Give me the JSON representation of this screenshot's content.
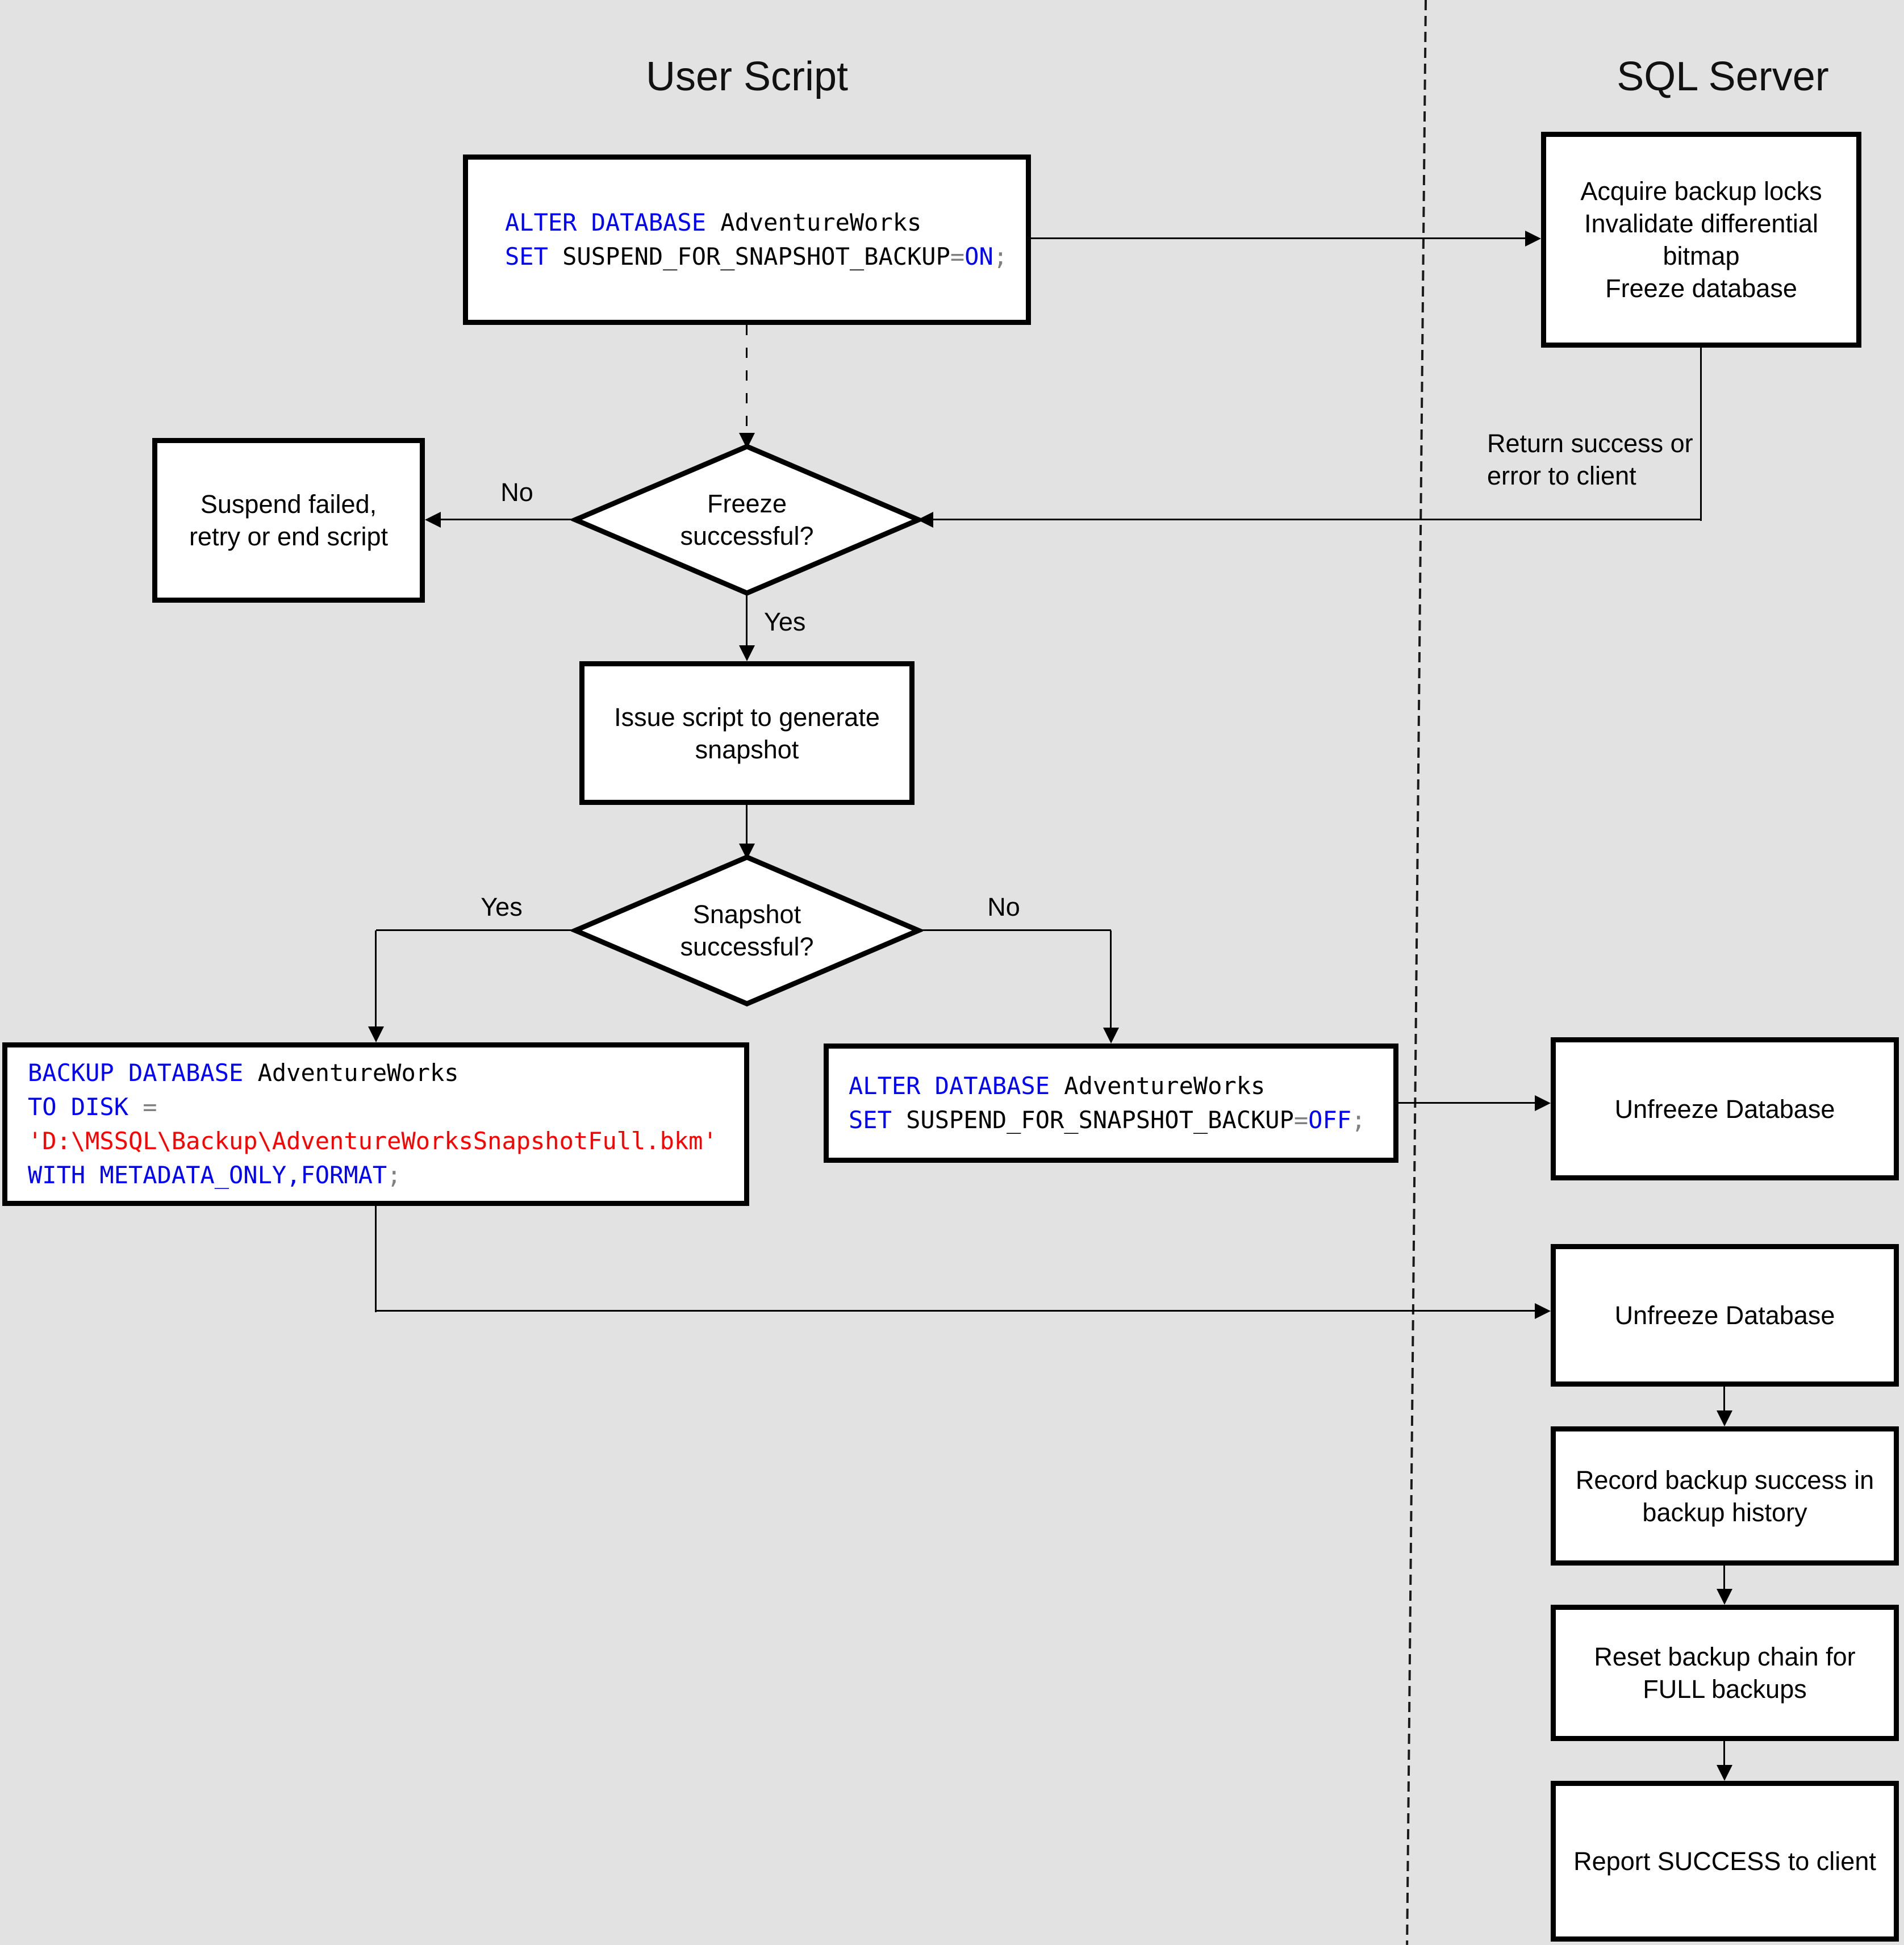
{
  "lanes": {
    "left_title": "User Script",
    "right_title": "SQL Server"
  },
  "colors": {
    "background": "#e2e2e2",
    "node_fill": "#ffffff",
    "node_border": "#000000",
    "connector": "#000000",
    "sql_keyword": "#0000ff",
    "sql_identifier": "#000000",
    "sql_string": "#ff0000",
    "sql_operator": "#808080"
  },
  "nodes": {
    "sql_suspend_on": {
      "l1a": "ALTER DATABASE",
      "l1b": " AdventureWorks",
      "l2a": "SET",
      "l2b": " SUSPEND_FOR_SNAPSHOT_BACKUP",
      "l2c": "=",
      "l2d": "ON",
      "l2e": ";"
    },
    "acquire": {
      "line1": "Acquire backup locks",
      "line2": "Invalidate differential bitmap",
      "line3": "Freeze database"
    },
    "suspend_failed": {
      "line1": "Suspend failed,",
      "line2": "retry or end script"
    },
    "freeze_q": {
      "line1": "Freeze",
      "line2": "successful?"
    },
    "issue_script": {
      "text": "Issue script to generate snapshot"
    },
    "snapshot_q": {
      "line1": "Snapshot",
      "line2": "successful?"
    },
    "sql_backup": {
      "l1a": "BACKUP DATABASE",
      "l1b": " AdventureWorks",
      "l2a": "TO DISK",
      "l2b": " =",
      "l3a": "'D:\\MSSQL\\Backup\\AdventureWorksSnapshotFull.bkm'",
      "l4a": "WITH METADATA_ONLY,FORMAT",
      "l4b": ";"
    },
    "sql_suspend_off": {
      "l1a": "ALTER DATABASE",
      "l1b": " AdventureWorks",
      "l2a": "SET",
      "l2b": " SUSPEND_FOR_SNAPSHOT_BACKUP",
      "l2c": "=",
      "l2d": "OFF",
      "l2e": ";"
    },
    "unfreeze_1": {
      "text": "Unfreeze Database"
    },
    "unfreeze_2": {
      "text": "Unfreeze Database"
    },
    "record_history": {
      "text": "Record backup success in backup history"
    },
    "reset_chain": {
      "text": "Reset backup chain for FULL backups"
    },
    "report_success": {
      "text": "Report SUCCESS to client"
    }
  },
  "edge_labels": {
    "freeze_no": "No",
    "freeze_yes": "Yes",
    "snapshot_yes": "Yes",
    "snapshot_no": "No",
    "return_note_line1": "Return success or",
    "return_note_line2": "error to client"
  }
}
